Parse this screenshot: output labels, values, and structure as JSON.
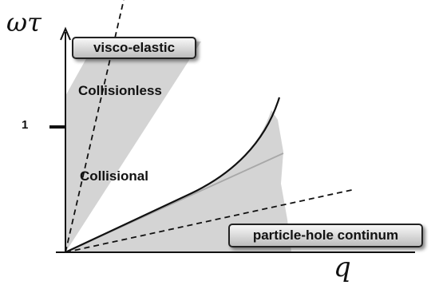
{
  "axes": {
    "y_label": "ωτ",
    "x_label": "q",
    "y_tick_label": "1"
  },
  "regions": {
    "visco_elastic": "visco-elastic",
    "collisionless": "Collisionless",
    "collisional": "Collisional",
    "particle_hole": "particle-hole continum"
  },
  "colors": {
    "shade": "#d4d4d4",
    "dispersion_curve": "#111111",
    "linear_curve": "#a8a8a8",
    "axis": "#111111"
  }
}
